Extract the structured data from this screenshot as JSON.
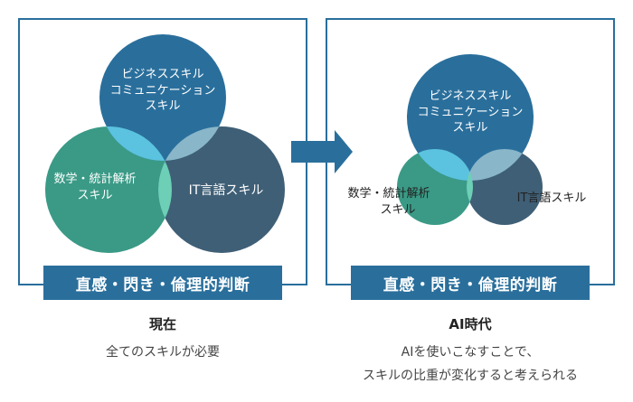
{
  "left": {
    "circles": {
      "business": [
        "ビジネススキル",
        "コミュニケーション",
        "スキル"
      ],
      "math": [
        "数学・統計解析",
        "スキル"
      ],
      "it": "IT言語スキル"
    },
    "banner": "直感・閃き・倫理的判断",
    "title": "現在",
    "subtitle": "全てのスキルが必要"
  },
  "right": {
    "circles": {
      "business": [
        "ビジネススキル",
        "コミュニケーション",
        "スキル"
      ],
      "math": [
        "数学・統計解析",
        "スキル"
      ],
      "it": "IT言語スキル"
    },
    "banner": "直感・閃き・倫理的判断",
    "title": "AI時代",
    "subtitle_line1": "AIを使いこなすことで、",
    "subtitle_line2": "スキルの比重が変化すると考えられる"
  },
  "colors": {
    "business": "#2a6f9c",
    "math": "#3a9a86",
    "it": "#3f5f76",
    "overlap": "#5bc3df",
    "overlap_green": "#6ccfb6",
    "banner": "#2a6f9c",
    "arrow": "#2a6f9c"
  },
  "icons": {
    "arrow": "right-arrow-icon"
  }
}
